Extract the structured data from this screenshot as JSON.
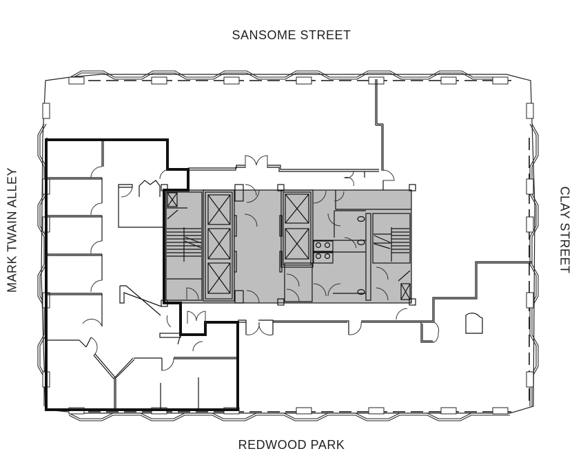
{
  "plan": {
    "type": "office floor plan",
    "labels": {
      "north": "SANSOME STREET",
      "south": "REDWOOD PARK",
      "west": "MARK TWAIN ALLEY",
      "east": "CLAY STREET"
    },
    "colors": {
      "core_fill": "#bebebe",
      "wall": "#111111",
      "background": "#ffffff"
    },
    "core": {
      "elevators": 5,
      "stairs": 2,
      "restrooms": 2
    }
  }
}
